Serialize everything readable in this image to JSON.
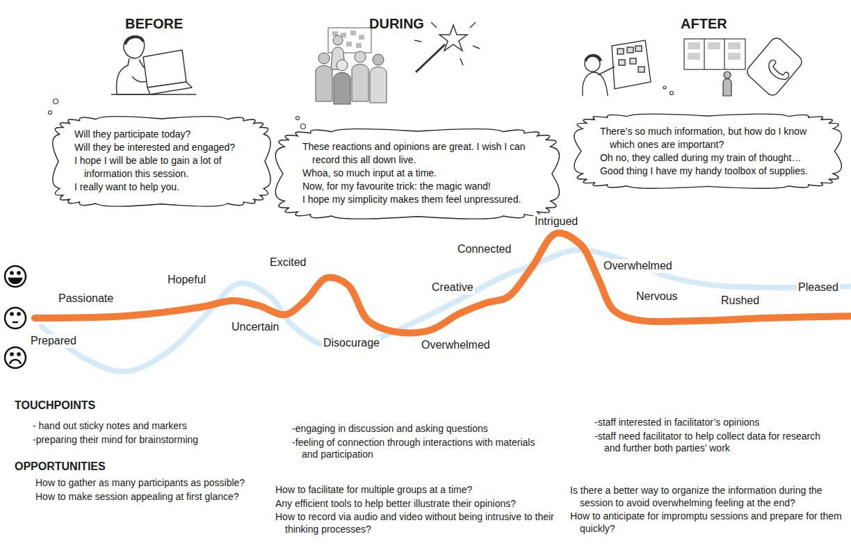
{
  "diagram": {
    "nodes": [
      {
        "text": [
          "Will they participate today?",
          "Will they be interested and engaged?",
          "I hope I will be able to gain a lot of information this session.",
          "I really want to help you."
        ]
      },
      {
        "text": [
          "These reactions and opinions are great. I wish I can record this all down live.",
          "Whoa, so much input at a time.",
          "Now, for my favourite trick: the magic wand!",
          "I hope my simplicity makes them feel unpressured."
        ]
      },
      {
        "text": [
          "There’s so much information, but how do I know which ones are important?",
          "Oh no, they called during my train of thought…",
          "Good thing I have my handy toolbox of supplies."
        ]
      }
    ],
    "labels": [
      "BEFORE",
      "DURING",
      "AFTER",
      "Passionate",
      "Prepared",
      "Hopeful",
      "Excited",
      "Uncertain",
      "Disocurage",
      "Creative",
      "Overwhelmed",
      "Connected",
      "Intrigued",
      "Overwhelmed",
      "Nervous",
      "Rushed",
      "Pleased",
      "TOUCHPOINTS",
      "- hand out sticky notes and markers",
      "-preparing their mind for brainstorming",
      "-engaging in discussion and asking questions",
      "-feeling of connection through interactions with materials and participation",
      "-staff interested in facilitator’s opinions",
      "-staff need facilitator to help collect data for research and further both parties’ work",
      "OPPORTUNITIES",
      "How to gather as many participants as possible?",
      "How to make session appealing at first glance?",
      "How to facilitate for multiple groups at a time?",
      "Any efficient tools to help better illustrate their opinions?",
      "How to record via audio and video without being intrusive to their thinking processes?",
      "Is there a better way to organize the information during the session to avoid overwhelming feeling at the end?",
      "How to anticipate for impromptu sessions and prepare for them quickly?"
    ]
  }
}
